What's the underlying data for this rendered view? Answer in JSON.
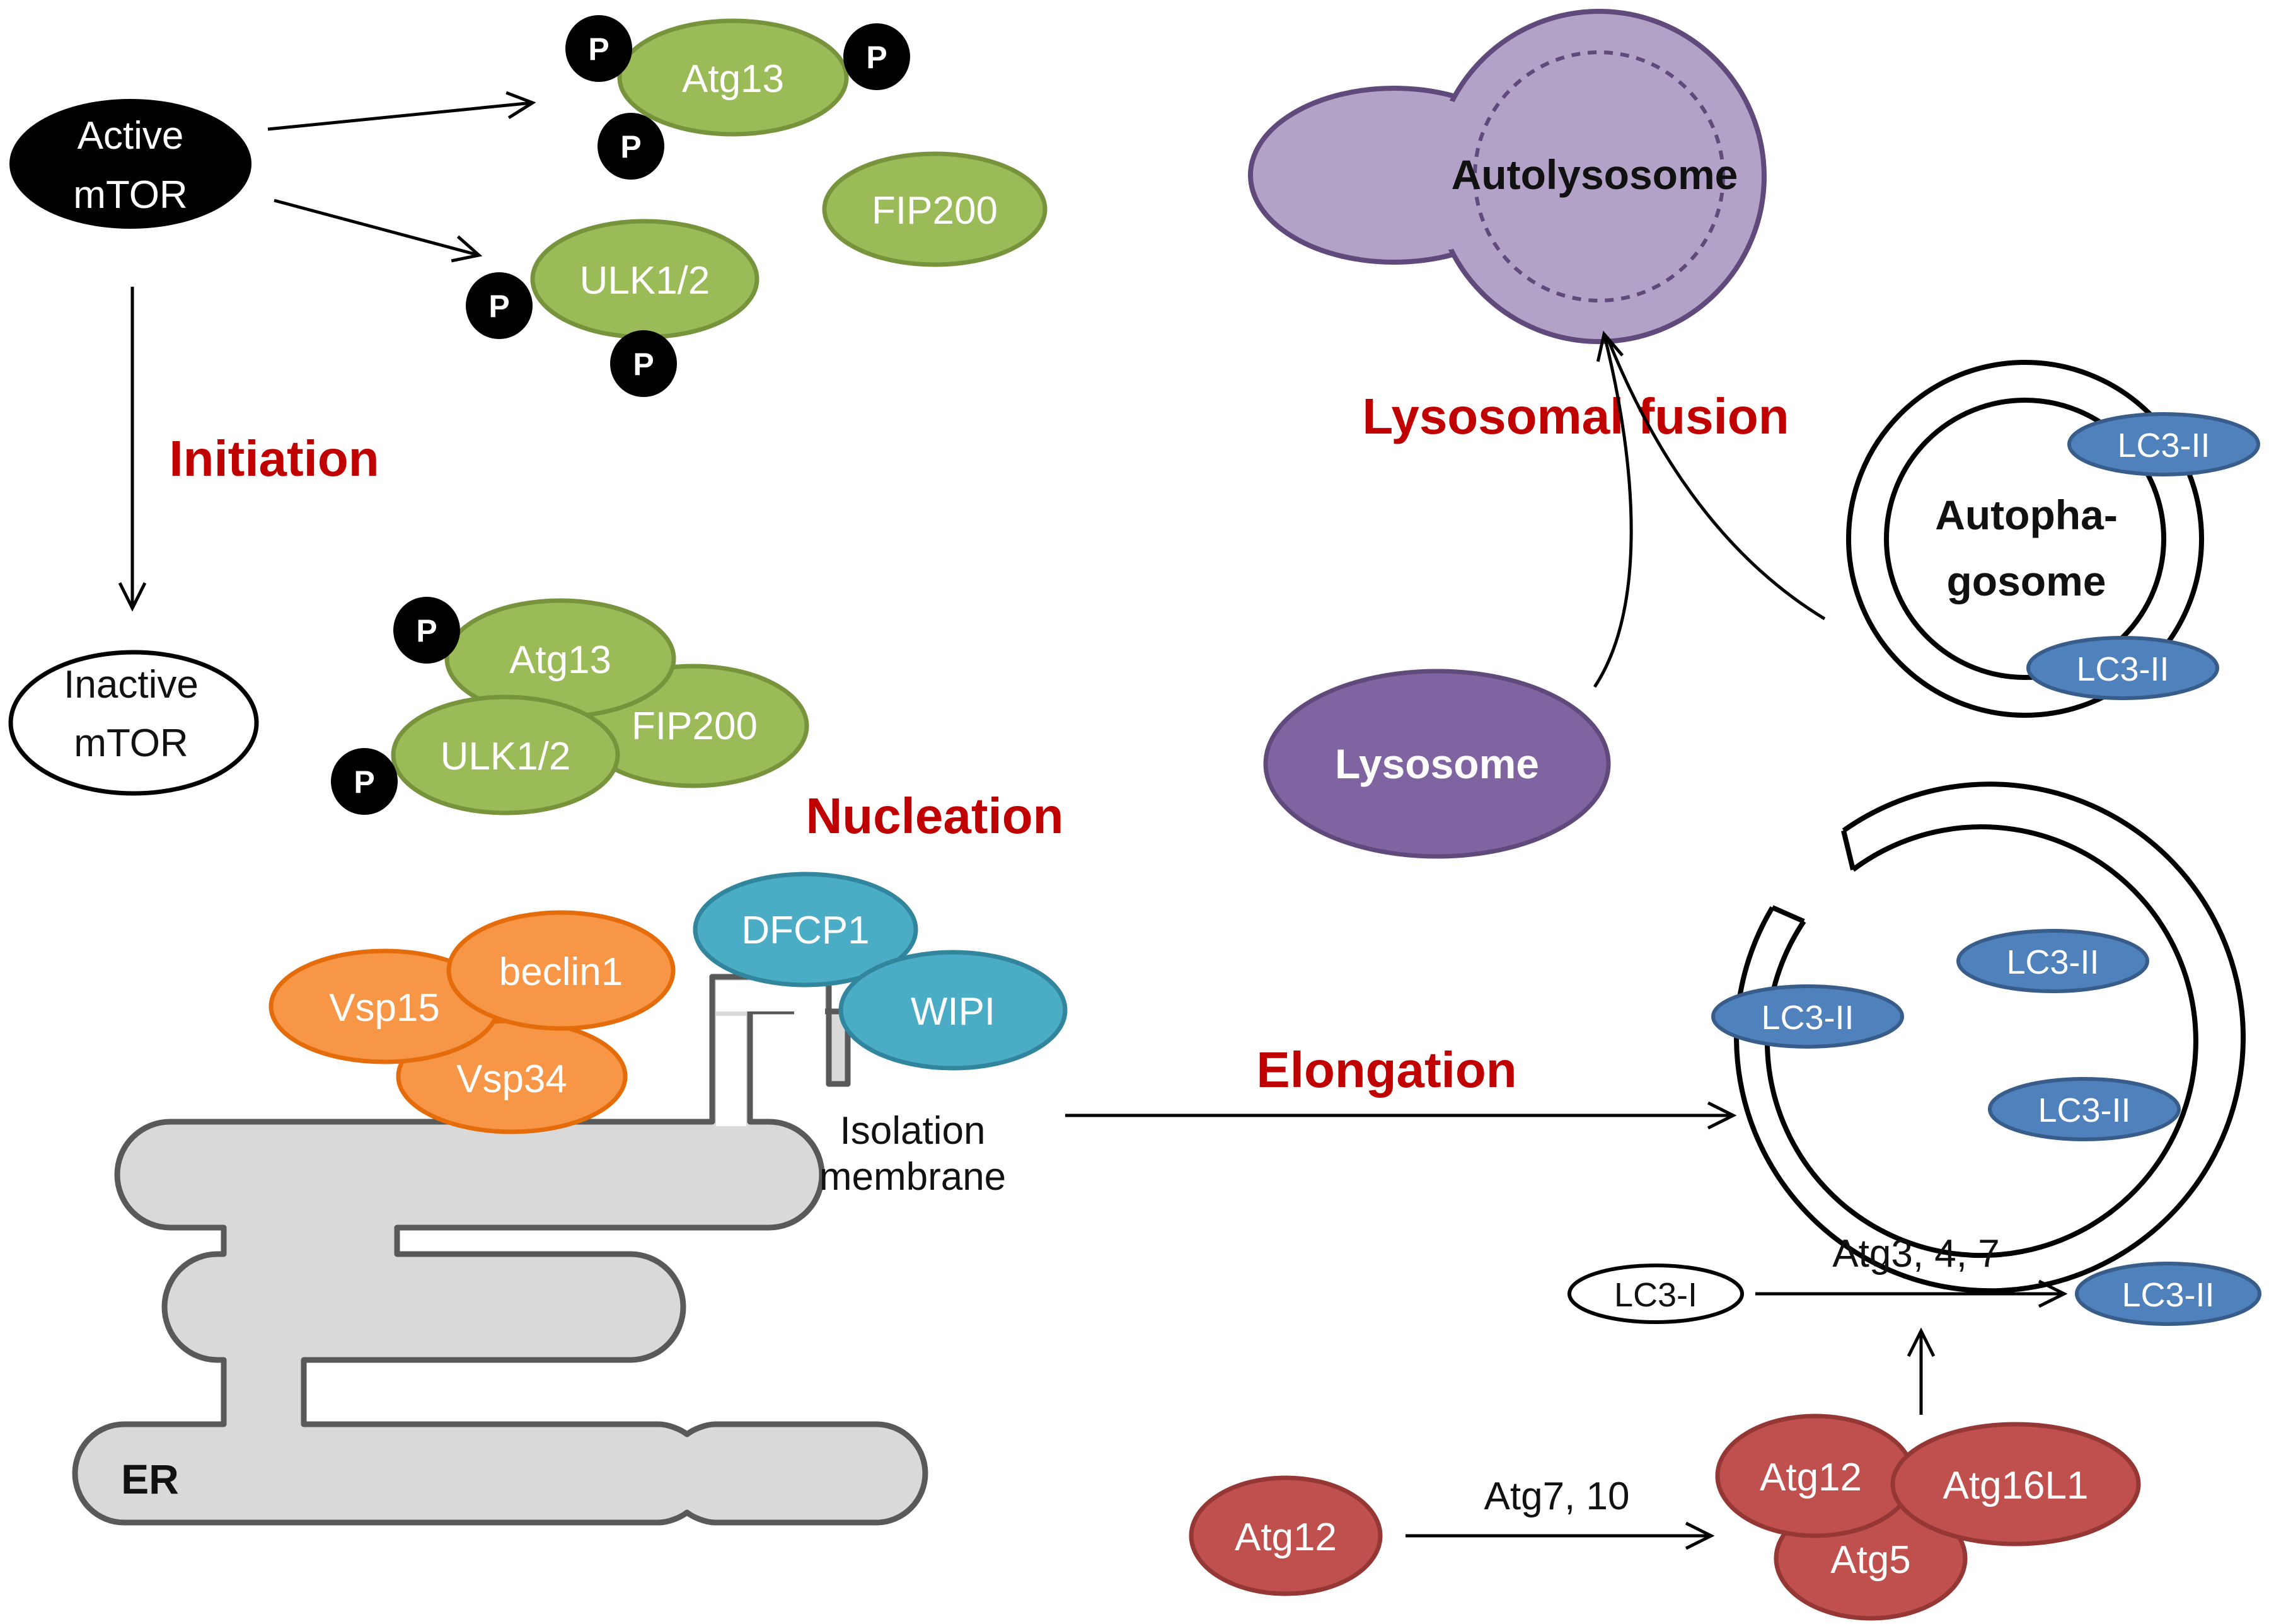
{
  "stages": {
    "initiation": "Initiation",
    "nucleation": "Nucleation",
    "elongation": "Elongation",
    "lysosomal_fusion": "Lysosomal fusion"
  },
  "mtor": {
    "active_line1": "Active",
    "active_line2": "mTOR",
    "inactive_line1": "Inactive",
    "inactive_line2": "mTOR"
  },
  "proteins": {
    "atg13": "Atg13",
    "fip200": "FIP200",
    "ulk": "ULK1/2",
    "phospho": "P",
    "vsp15": "Vsp15",
    "beclin1": "beclin1",
    "vsp34": "Vsp34",
    "dfcp1": "DFCP1",
    "wipi": "WIPI",
    "lc3_i": "LC3-I",
    "lc3_ii": "LC3-II",
    "atg12": "Atg12",
    "atg5": "Atg5",
    "atg16l1": "Atg16L1"
  },
  "structures": {
    "er": "ER",
    "isolation_line1": "Isolation",
    "isolation_line2": "membrane",
    "autolysosome": "Autolysosome",
    "lysosome": "Lysosome",
    "autophagosome_line1": "Autopha-",
    "autophagosome_line2": "gosome"
  },
  "reactions": {
    "lc3_conversion": "Atg3, 4, 7",
    "atg12_conjugation": "Atg7, 10"
  },
  "colors": {
    "stage_red": "#c00000",
    "ulk_green": "#9bbb59",
    "pi3k_orange": "#f79646",
    "wipi_teal": "#4bacc6",
    "lc3_blue": "#4f81bd",
    "atg_red": "#c0504d",
    "lysosome_purple": "#8064a2",
    "autolysosome_lilac": "#b3a2c7",
    "er_gray": "#d9d9d9"
  }
}
